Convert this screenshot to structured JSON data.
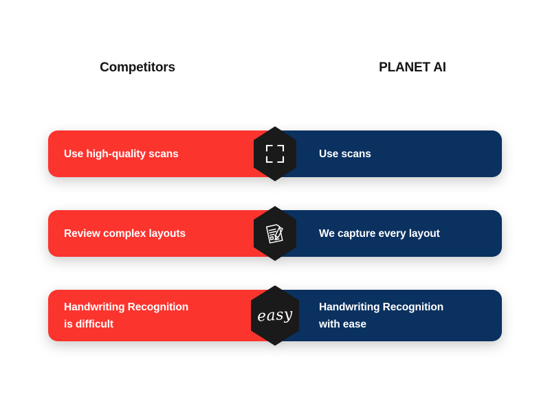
{
  "headers": {
    "left": "Competitors",
    "right": "PLANET AI"
  },
  "colors": {
    "competitor_bar": "#FB342E",
    "planet_bar": "#0A3160",
    "hexagon": "#1A1A1A",
    "background": "#FFFFFF",
    "header_text": "#141414",
    "bar_text": "#FFFFFF"
  },
  "rows": [
    {
      "icon": "scan-frame-icon",
      "left_text": "Use high-quality scans",
      "right_text": "Use scans"
    },
    {
      "icon": "document-pencil-icon",
      "left_text": "Review complex layouts",
      "right_text": "We capture every layout"
    },
    {
      "icon": "easy-script-icon",
      "icon_text": "easy",
      "left_text": "Handwriting Recognition\nis difficult",
      "right_text": "Handwriting Recognition\nwith ease"
    }
  ]
}
